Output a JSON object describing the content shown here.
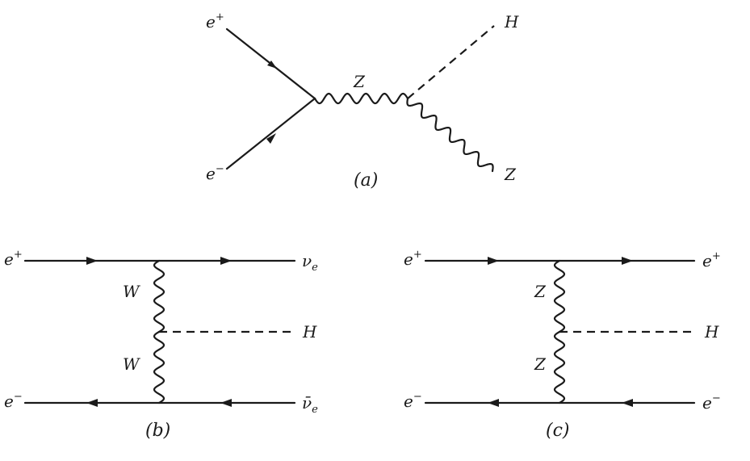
{
  "diagrams": {
    "a": {
      "caption": "(a)",
      "incoming_top": {
        "symbol": "e",
        "sup": "+"
      },
      "incoming_bottom": {
        "symbol": "e",
        "sup": "−"
      },
      "propagator": "Z",
      "out_scalar": "H",
      "out_boson": "Z"
    },
    "b": {
      "caption": "(b)",
      "top_in": {
        "symbol": "e",
        "sup": "+"
      },
      "top_out": {
        "symbol": "ν",
        "sub": "e"
      },
      "bottom_in": {
        "symbol": "e",
        "sup": "−"
      },
      "bottom_out": {
        "symbol": "ν̄",
        "sub": "e"
      },
      "upper_boson": "W",
      "lower_boson": "W",
      "scalar": "H"
    },
    "c": {
      "caption": "(c)",
      "top_in": {
        "symbol": "e",
        "sup": "+"
      },
      "top_out": {
        "symbol": "e",
        "sup": "+"
      },
      "bottom_in": {
        "symbol": "e",
        "sup": "−"
      },
      "bottom_out": {
        "symbol": "e",
        "sup": "−"
      },
      "upper_boson": "Z",
      "lower_boson": "Z",
      "scalar": "H"
    }
  }
}
